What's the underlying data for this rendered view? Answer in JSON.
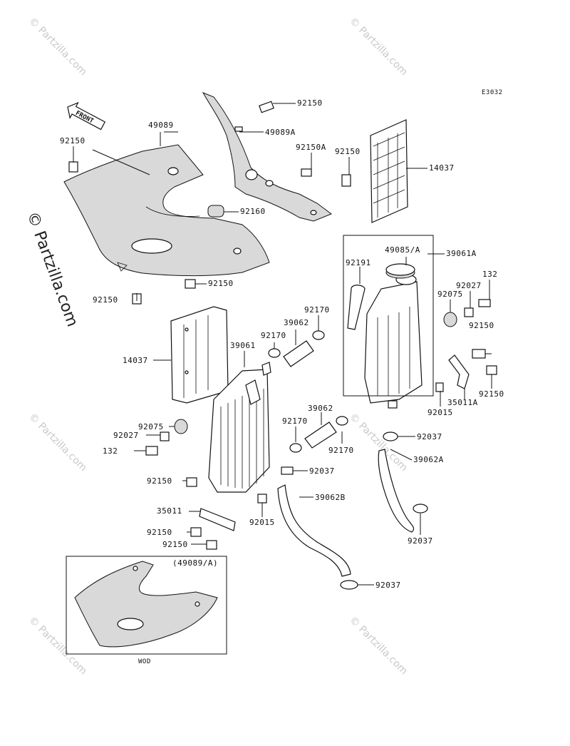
{
  "diagram_code": "E3032",
  "front_label": "FRONT",
  "watermark": {
    "side": "© Partzilla.com",
    "corner": "© Partzilla.com"
  },
  "inset": {
    "title": "(49089/A)",
    "caption": "WOD"
  },
  "labels": [
    {
      "id": "l1",
      "text": "92150"
    },
    {
      "id": "l2",
      "text": "49089A"
    },
    {
      "id": "l3",
      "text": "92150A"
    },
    {
      "id": "l4",
      "text": "92150"
    },
    {
      "id": "l5",
      "text": "14037"
    },
    {
      "id": "l6",
      "text": "49089"
    },
    {
      "id": "l7",
      "text": "92150"
    },
    {
      "id": "l8",
      "text": "92160"
    },
    {
      "id": "l9",
      "text": "92150"
    },
    {
      "id": "l10",
      "text": "92150"
    },
    {
      "id": "l11",
      "text": "49085/A"
    },
    {
      "id": "l12",
      "text": "39061A"
    },
    {
      "id": "l13",
      "text": "92191"
    },
    {
      "id": "l14",
      "text": "132"
    },
    {
      "id": "l15",
      "text": "92027"
    },
    {
      "id": "l16",
      "text": "92075"
    },
    {
      "id": "l17",
      "text": "92170"
    },
    {
      "id": "l18",
      "text": "39062"
    },
    {
      "id": "l19",
      "text": "92170"
    },
    {
      "id": "l20",
      "text": "92150"
    },
    {
      "id": "l21",
      "text": "14037"
    },
    {
      "id": "l22",
      "text": "39061"
    },
    {
      "id": "l23",
      "text": "35011A"
    },
    {
      "id": "l24",
      "text": "92150"
    },
    {
      "id": "l25",
      "text": "92015"
    },
    {
      "id": "l26",
      "text": "92075"
    },
    {
      "id": "l27",
      "text": "39062"
    },
    {
      "id": "l28",
      "text": "92027"
    },
    {
      "id": "l29",
      "text": "92170"
    },
    {
      "id": "l30",
      "text": "92037"
    },
    {
      "id": "l31",
      "text": "132"
    },
    {
      "id": "l32",
      "text": "92170"
    },
    {
      "id": "l33",
      "text": "39062A"
    },
    {
      "id": "l34",
      "text": "92150"
    },
    {
      "id": "l35",
      "text": "92037"
    },
    {
      "id": "l36",
      "text": "39062B"
    },
    {
      "id": "l37",
      "text": "35011"
    },
    {
      "id": "l38",
      "text": "92015"
    },
    {
      "id": "l39",
      "text": "92150"
    },
    {
      "id": "l40",
      "text": "92150"
    },
    {
      "id": "l41",
      "text": "92037"
    },
    {
      "id": "l42",
      "text": "92037"
    }
  ]
}
